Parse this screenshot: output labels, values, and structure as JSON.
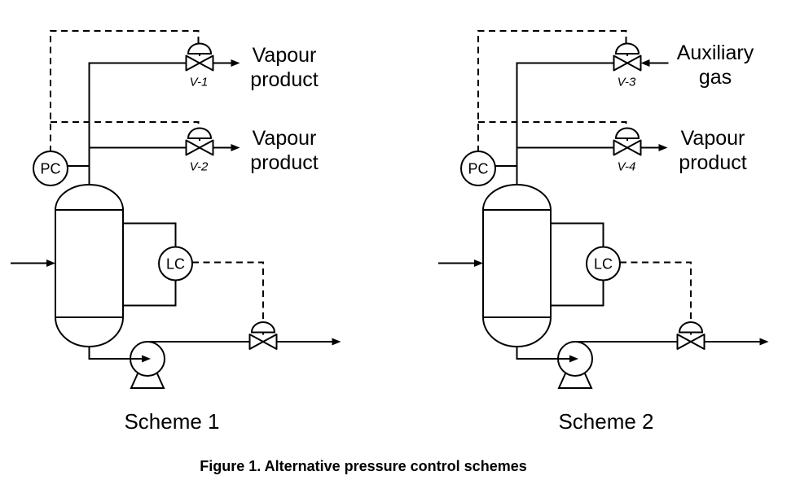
{
  "figure_caption": "Figure 1. Alternative pressure control schemes",
  "colors": {
    "ink": "#000000",
    "background": "#ffffff"
  },
  "schemes": [
    {
      "title": "Scheme 1",
      "pc_label": "PC",
      "lc_label": "LC",
      "valves": [
        {
          "tag": "V-1",
          "stream_line1": "Vapour",
          "stream_line2": "product",
          "flow": "out"
        },
        {
          "tag": "V-2",
          "stream_line1": "Vapour",
          "stream_line2": "product",
          "flow": "out"
        }
      ]
    },
    {
      "title": "Scheme 2",
      "pc_label": "PC",
      "lc_label": "LC",
      "valves": [
        {
          "tag": "V-3",
          "stream_line1": "Auxiliary",
          "stream_line2": "gas",
          "flow": "in"
        },
        {
          "tag": "V-4",
          "stream_line1": "Vapour",
          "stream_line2": "product",
          "flow": "out"
        }
      ]
    }
  ]
}
